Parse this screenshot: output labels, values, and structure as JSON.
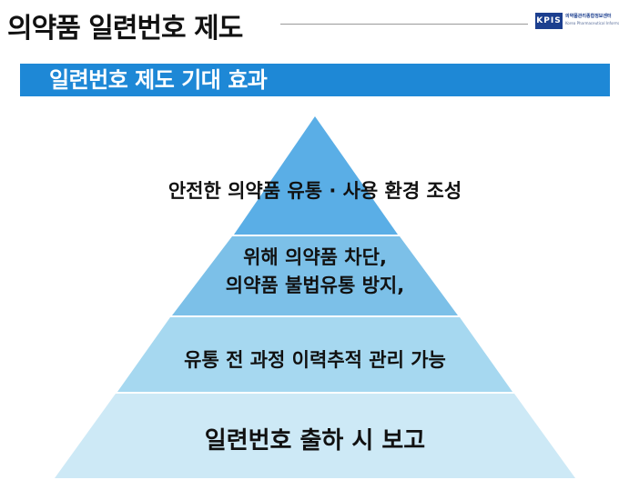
{
  "header": {
    "title": "의약품 일련번호 제도",
    "logo": {
      "mark": "KPIS",
      "org_name": "의약품관리종합정보센터",
      "org_name_en": "Korea Pharmaceutical Information Service"
    }
  },
  "section": {
    "title": "일련번호 제도 기대 효과"
  },
  "pyramid": {
    "tiers": [
      {
        "label": "안전한 의약품 유통 · 사용 환경 조성",
        "color": "#5aaee6"
      },
      {
        "label_line1": "위해 의약품 차단,",
        "label_line2": "의약품 불법유통 방지,",
        "color": "#7cc0e8"
      },
      {
        "label": "유통 전 과정 이력추적 관리 가능",
        "color": "#a6d8f0"
      },
      {
        "label": "일련번호 출하 시 보고",
        "color": "#cde9f6"
      }
    ]
  }
}
